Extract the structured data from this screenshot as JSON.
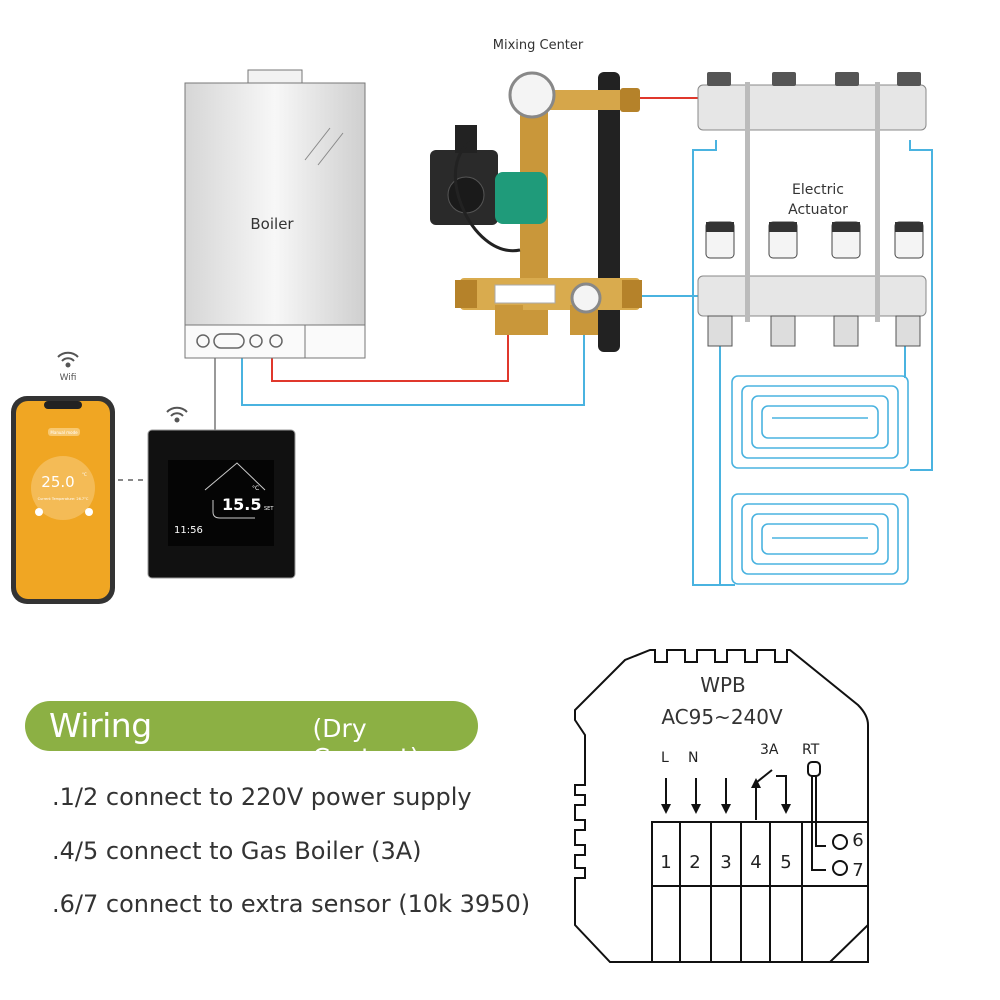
{
  "labels": {
    "mixing_center": "Mixing Center",
    "boiler": "Boiler",
    "electric_actuator_line1": "Electric",
    "electric_actuator_line2": "Actuator",
    "wifi": "Wifi"
  },
  "phone": {
    "set_temperature": "25.0",
    "unit": "°C",
    "current_temperature": "Current Temperature: 26.7°C",
    "mode_button": "Manual mode",
    "screen_color": "#f0a623"
  },
  "thermostat": {
    "temperature": "15.5",
    "unit": "°C",
    "set_label": "SET",
    "clock": "11:56"
  },
  "wiring": {
    "title": "Wiring Diagram",
    "subtitle": "(Dry Contact)",
    "notes": [
      ".1/2 connect to 220V power supply",
      ".4/5 connect to Gas Boiler (3A)",
      ".6/7 connect to extra sensor (10k 3950)"
    ],
    "accent_color": "#8cb044"
  },
  "terminal_block": {
    "model": "WPB",
    "voltage": "AC95~240V",
    "label_L": "L",
    "label_N": "N",
    "label_3A": "3A",
    "label_RT": "RT",
    "terminals": [
      "1",
      "2",
      "3",
      "4",
      "5"
    ],
    "sensor_terminals": [
      "6",
      "7"
    ]
  },
  "colors": {
    "hot_pipe": "#e0382c",
    "cold_pipe": "#4ab3e0",
    "brass": "#c9973a",
    "pump_green": "#1f9b7a"
  }
}
